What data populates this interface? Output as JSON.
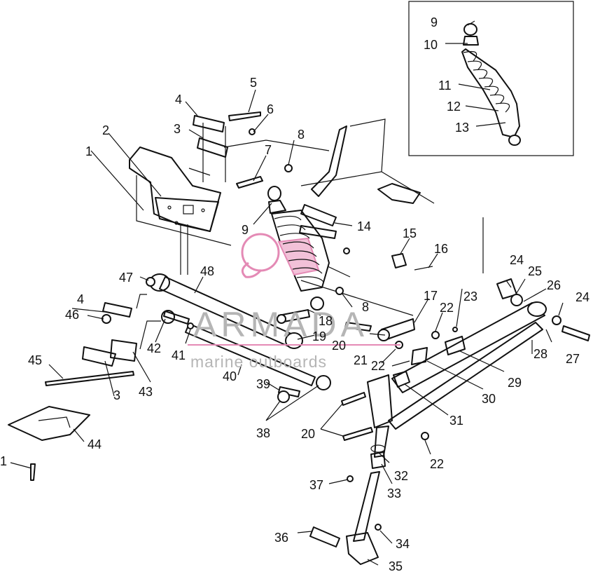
{
  "watermark": {
    "brand": "ARMADA",
    "tagline": "marine outboards",
    "accent_color": "#e48ab5"
  },
  "callouts": {
    "c1a": "1",
    "c2": "2",
    "c3a": "3",
    "c4a": "4",
    "c5": "5",
    "c6": "6",
    "c7": "7",
    "c8a": "8",
    "c9a": "9",
    "c9b": "9",
    "c10": "10",
    "c11": "11",
    "c12": "12",
    "c13": "13",
    "c14": "14",
    "c15": "15",
    "c16": "16",
    "c17": "17",
    "c18": "18",
    "c19": "19",
    "c20a": "20",
    "c20b": "20",
    "c21": "21",
    "c22a": "22",
    "c22b": "22",
    "c22c": "22",
    "c23": "23",
    "c24a": "24",
    "c24b": "24",
    "c25": "25",
    "c26": "26",
    "c27": "27",
    "c28": "28",
    "c29": "29",
    "c30": "30",
    "c31": "31",
    "c32": "32",
    "c33": "33",
    "c34": "34",
    "c35": "35",
    "c36": "36",
    "c37": "37",
    "c38": "38",
    "c39": "39",
    "c40": "40",
    "c41": "41",
    "c42": "42",
    "c43": "43",
    "c44": "44",
    "c45": "45",
    "c46": "46",
    "c47": "47",
    "c48": "48",
    "c3b": "3",
    "c4b": "4",
    "c8b": "8",
    "c1b": "1"
  }
}
